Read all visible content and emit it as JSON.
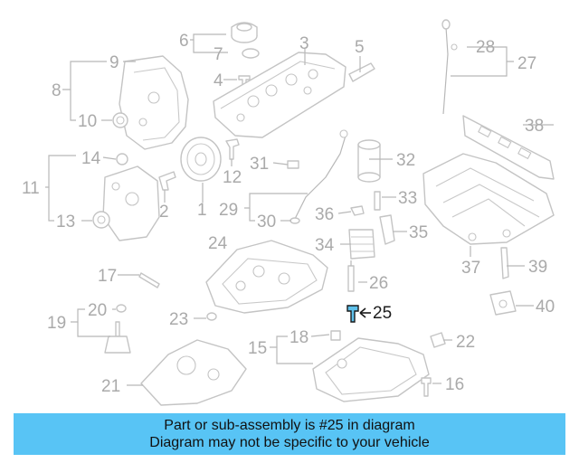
{
  "diagram": {
    "callouts": [
      "1",
      "2",
      "3",
      "4",
      "5",
      "6",
      "7",
      "8",
      "9",
      "10",
      "11",
      "12",
      "13",
      "14",
      "15",
      "16",
      "17",
      "18",
      "19",
      "20",
      "21",
      "22",
      "23",
      "24",
      "25",
      "26",
      "27",
      "28",
      "29",
      "30",
      "31",
      "32",
      "33",
      "34",
      "35",
      "36",
      "37",
      "38",
      "39",
      "40"
    ],
    "highlighted_callout": "25"
  },
  "banner": {
    "line1": "Part or sub-assembly is #25 in diagram",
    "line2": "Diagram may not be specific to your vehicle",
    "color": "#58c4f5"
  }
}
